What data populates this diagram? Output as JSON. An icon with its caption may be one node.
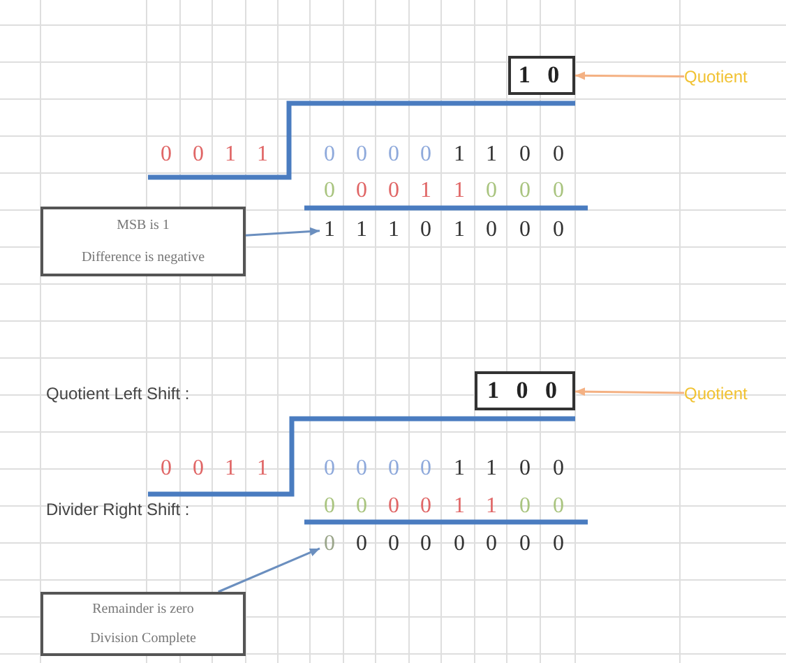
{
  "diagram": {
    "nodes": [
      {
        "text": [
          "1 0"
        ]
      },
      {
        "text": [
          "Quotient"
        ]
      },
      {
        "text": [
          "MSB is 1",
          "Difference is negative"
        ]
      },
      {
        "text": [
          "1"
        ]
      },
      {
        "text": [
          "1 0 0"
        ]
      },
      {
        "text": [
          "Quotient"
        ]
      },
      {
        "text": [
          "Remainder is zero",
          "Division Complete"
        ]
      },
      {
        "text": [
          "0"
        ]
      }
    ],
    "edges": [
      {
        "from": 1,
        "to": 0,
        "arrow": "to",
        "color": "#f4b183"
      },
      {
        "from": 2,
        "to": 3,
        "arrow": "to",
        "color": "#6b8fbf"
      },
      {
        "from": 5,
        "to": 4,
        "arrow": "to",
        "color": "#f4b183"
      },
      {
        "from": 6,
        "to": 7,
        "arrow": "to",
        "color": "#6b8fbf"
      }
    ],
    "labels": [
      "0",
      "0",
      "1",
      "1",
      "0",
      "0",
      "0",
      "0",
      "1",
      "1",
      "0",
      "0",
      "0",
      "0",
      "0",
      "1",
      "1",
      "0",
      "0",
      "0",
      "1",
      "1",
      "0",
      "1",
      "0",
      "0",
      "0",
      "Quotient Left Shift :",
      "0",
      "0",
      "1",
      "1",
      "0",
      "0",
      "0",
      "0",
      "1",
      "1",
      "0",
      "0",
      "Divider Right Shift :",
      "0",
      "0",
      "0",
      "0",
      "1",
      "1",
      "0",
      "0",
      "0",
      "0",
      "0",
      "0",
      "0",
      "0",
      "0"
    ]
  }
}
